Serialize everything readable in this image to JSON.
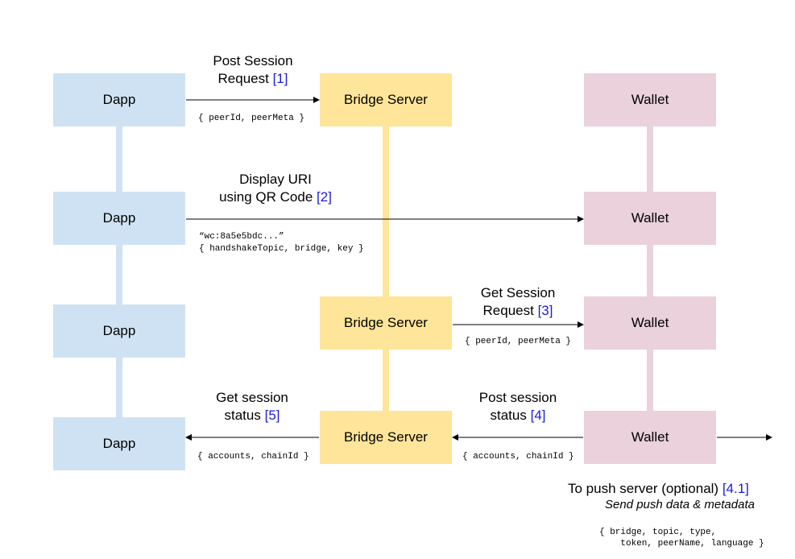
{
  "actors": {
    "dapp": "Dapp",
    "bridge": "Bridge Server",
    "wallet": "Wallet"
  },
  "messages": {
    "post_session_request": {
      "line1": "Post Session",
      "line2": "Request",
      "ref": "[1]",
      "payload": "{ peerId, peerMeta }"
    },
    "display_uri": {
      "line1": "Display URI",
      "line2": "using QR Code",
      "ref": "[2]",
      "payload_line1": "“wc:8a5e5bdc...”",
      "payload_line2": "{ handshakeTopic, bridge, key }"
    },
    "get_session_request": {
      "line1": "Get Session",
      "line2": "Request",
      "ref": "[3]",
      "payload": "{ peerId, peerMeta }"
    },
    "post_session_status": {
      "line1": "Post session",
      "line2": "status",
      "ref": "[4]",
      "payload": "{ accounts, chainId }"
    },
    "get_session_status": {
      "line1": "Get session",
      "line2": "status",
      "ref": "[5]",
      "payload": "{ accounts, chainId }"
    },
    "push_server": {
      "title": "To push server (optional)",
      "ref": "[4.1]",
      "subtitle": "Send push data & metadata",
      "payload_line1": "{ bridge, topic, type,",
      "payload_line2": "    token, peerName, language }"
    }
  },
  "colors": {
    "dapp": "#cfe2f3",
    "bridge": "#ffe599",
    "wallet": "#ead1dc",
    "ref": "#1c1cdc"
  }
}
